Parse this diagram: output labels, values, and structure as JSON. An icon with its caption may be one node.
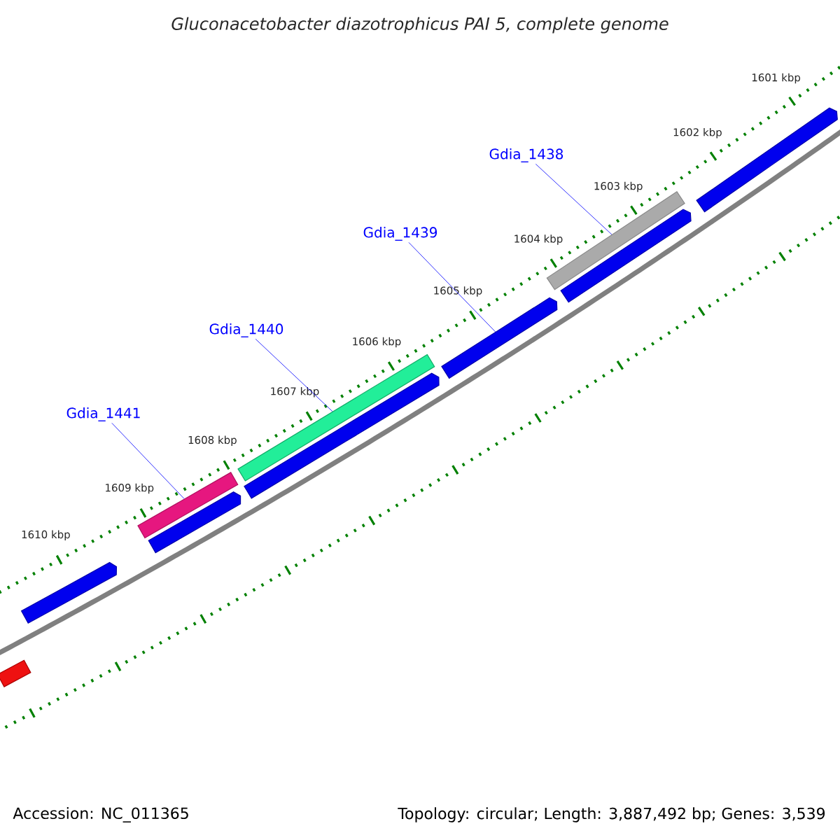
{
  "diagram": {
    "title": "Gluconacetobacter diazotrophicus PAI 5, complete genome",
    "nodes": [
      {
        "text": [
          "Gdia_1438"
        ]
      },
      {
        "text": [
          "Gdia_1439"
        ]
      },
      {
        "text": [
          "Gdia_1440"
        ]
      },
      {
        "text": [
          "Gdia_1441"
        ]
      },
      {
        "text": [],
        "shape": "bar"
      },
      {
        "text": [],
        "shape": "bar"
      },
      {
        "text": [],
        "shape": "bar"
      },
      {
        "text": [],
        "shape": "arrow"
      },
      {
        "text": [],
        "shape": "arrow"
      },
      {
        "text": [],
        "shape": "arrow"
      },
      {
        "text": [],
        "shape": "arrow"
      },
      {
        "text": [],
        "shape": "arrow"
      },
      {
        "text": [],
        "shape": "arrow"
      },
      {
        "text": [],
        "shape": "bar"
      }
    ],
    "edges": [
      {
        "from": 0,
        "to": 6,
        "arrow": "none"
      },
      {
        "from": 1,
        "to": 10,
        "arrow": "none"
      },
      {
        "from": 2,
        "to": 5,
        "arrow": "none"
      },
      {
        "from": 3,
        "to": 4,
        "arrow": "none"
      }
    ],
    "labels": [
      "1601 kbp",
      "1602 kbp",
      "1603 kbp",
      "1604 kbp",
      "1605 kbp",
      "1606 kbp",
      "1607 kbp",
      "1608 kbp",
      "1609 kbp",
      "1610 kbp",
      "Accession: NC_011365",
      "Topology: circular; Length: 3,887,492 bp; Genes: 3,539"
    ]
  }
}
